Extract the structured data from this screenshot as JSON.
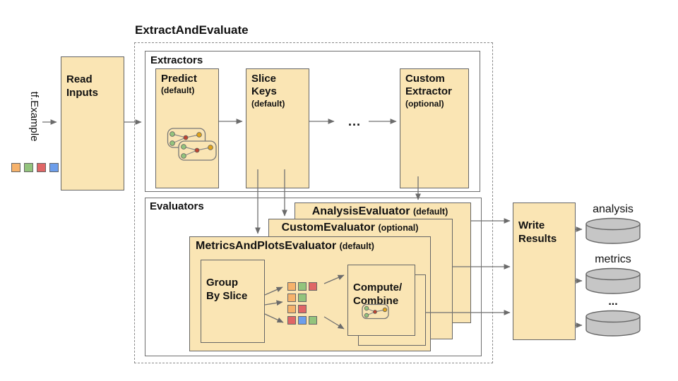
{
  "colors": {
    "box_fill": "#FAE5B4",
    "box_border": "#666666",
    "container_border": "#6e6e6e",
    "dashed_border": "#8a8a8a",
    "arrow": "#707070",
    "text": "#111111",
    "sq_orange": "#F6B26B",
    "sq_green": "#93C47D",
    "sq_red": "#E06666",
    "sq_blue": "#6D9EEB",
    "node_red": "#BE4430",
    "node_yellow": "#DFA31C",
    "cylinder_fill": "#C6C6C6"
  },
  "pipeline": {
    "title": "ExtractAndEvaluate"
  },
  "input": {
    "label": "tf.Example",
    "squares": [
      "orange",
      "green",
      "red",
      "blue"
    ]
  },
  "read_inputs": {
    "label": "Read\nInputs"
  },
  "extractors": {
    "label": "Extractors",
    "predict": {
      "title": "Predict",
      "qualifier": "(default)"
    },
    "slice_keys": {
      "title": "Slice\nKeys",
      "qualifier": "(default)"
    },
    "ellipsis": "...",
    "custom": {
      "title": "Custom\nExtractor",
      "qualifier": "(optional)"
    }
  },
  "evaluators": {
    "label": "Evaluators",
    "analysis": {
      "title": "AnalysisEvaluator",
      "qualifier": "(default)"
    },
    "custom": {
      "title": "CustomEvaluator",
      "qualifier": "(optional)"
    },
    "metrics_plots": {
      "title": "MetricsAndPlotsEvaluator",
      "qualifier": "(default)",
      "group_by_slice": "Group\nBy Slice",
      "compute_combine": "Compute/\nCombine",
      "slice_rows": [
        [
          "orange",
          "green",
          "red"
        ],
        [
          "orange",
          "green"
        ],
        [
          "orange",
          "red"
        ],
        [
          "red",
          "blue",
          "green"
        ]
      ]
    }
  },
  "write_results": {
    "label": "Write\nResults"
  },
  "outputs": [
    {
      "label": "analysis"
    },
    {
      "label": "metrics"
    },
    {
      "label": "..."
    }
  ]
}
